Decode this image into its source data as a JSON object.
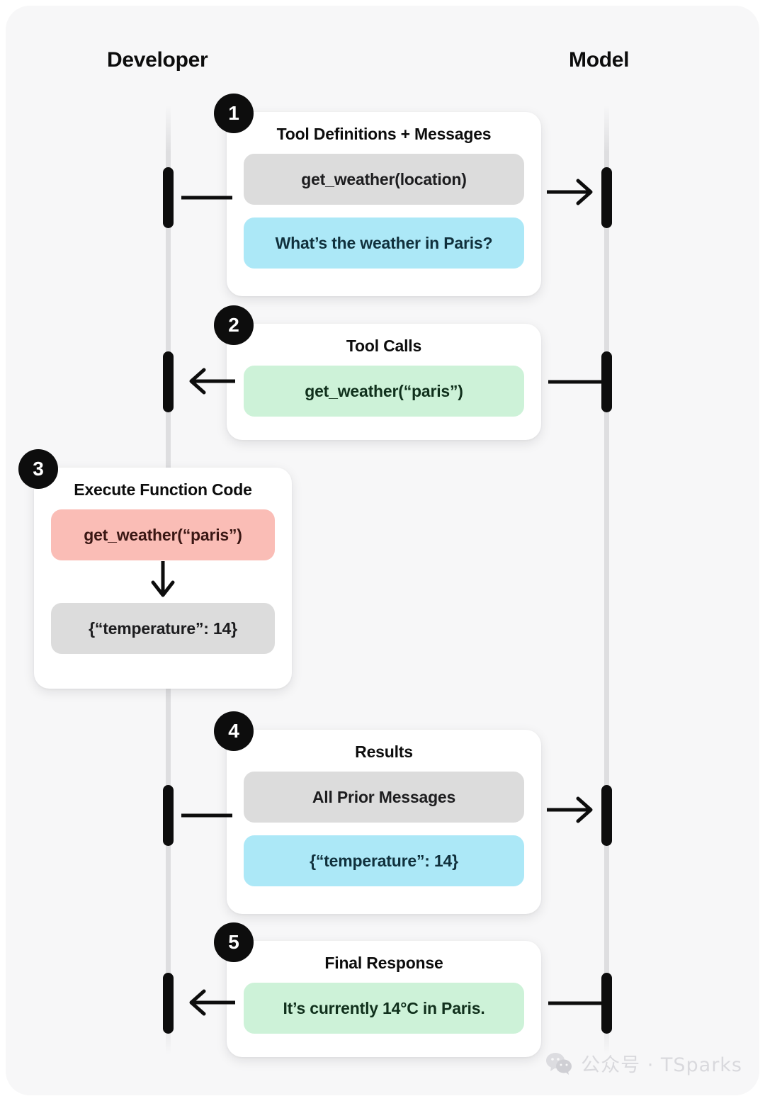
{
  "lanes": {
    "developer": "Developer",
    "model": "Model"
  },
  "steps": [
    {
      "number": "1",
      "title": "Tool Definitions + Messages",
      "pills": [
        {
          "text": "get_weather(location)",
          "color": "grey"
        },
        {
          "text": "What’s the weather in Paris?",
          "color": "blue"
        }
      ],
      "direction": "developer-to-model"
    },
    {
      "number": "2",
      "title": "Tool Calls",
      "pills": [
        {
          "text": "get_weather(“paris”)",
          "color": "green"
        }
      ],
      "direction": "model-to-developer"
    },
    {
      "number": "3",
      "title": "Execute Function Code",
      "pills": [
        {
          "text": "get_weather(“paris”)",
          "color": "pink"
        },
        {
          "text": "{“temperature”: 14}",
          "color": "grey"
        }
      ],
      "direction": "local"
    },
    {
      "number": "4",
      "title": "Results",
      "pills": [
        {
          "text": "All Prior Messages",
          "color": "grey"
        },
        {
          "text": "{“temperature”: 14}",
          "color": "blue"
        }
      ],
      "direction": "developer-to-model"
    },
    {
      "number": "5",
      "title": "Final Response",
      "pills": [
        {
          "text": "It’s currently 14°C in Paris.",
          "color": "green"
        }
      ],
      "direction": "model-to-developer"
    }
  ],
  "watermark": {
    "icon": "wechat-icon",
    "text": "公众号 · TSparks"
  },
  "colors": {
    "background": "#f7f7f8",
    "card": "#ffffff",
    "ink": "#0d0d0d",
    "lane": "#dedee0",
    "grey_pill": "#dcdcdc",
    "blue_pill": "#ace8f7",
    "green_pill": "#cdf2d8",
    "pink_pill": "#fabdb6"
  }
}
